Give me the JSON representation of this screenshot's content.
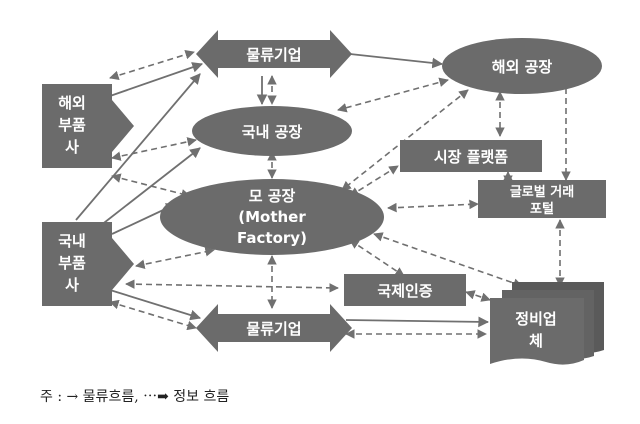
{
  "nodes": {
    "logistics_top": "물류기업",
    "overseas_factory": "해외 공장",
    "overseas_parts": [
      "해외",
      "부품",
      "사"
    ],
    "domestic_factory": "국내 공장",
    "market_platform": "시장 플랫폼",
    "global_portal": [
      "글로벌 거래",
      "포털"
    ],
    "mother_factory": [
      "모 공장",
      "(Mother",
      "Factory)"
    ],
    "domestic_parts": [
      "국내",
      "부품",
      "사"
    ],
    "intl_cert": "국제인증",
    "logistics_bottom": "물류기업",
    "maintenance": [
      "정비업",
      "체"
    ]
  },
  "caption": "주 : → 물류흐름, ⋯➡ 정보 흐름",
  "colors": {
    "node_fill": "#6b6b6b",
    "node_text": "#ffffff",
    "arrow": "#707070"
  }
}
